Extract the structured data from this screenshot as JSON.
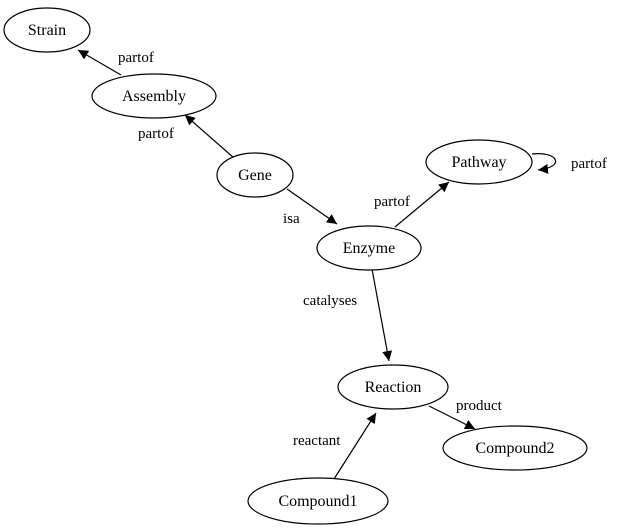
{
  "diagram": {
    "nodes": [
      {
        "id": "strain",
        "label": "Strain"
      },
      {
        "id": "assembly",
        "label": "Assembly"
      },
      {
        "id": "gene",
        "label": "Gene"
      },
      {
        "id": "pathway",
        "label": "Pathway"
      },
      {
        "id": "enzyme",
        "label": "Enzyme"
      },
      {
        "id": "reaction",
        "label": "Reaction"
      },
      {
        "id": "compound2",
        "label": "Compound2"
      },
      {
        "id": "compound1",
        "label": "Compound1"
      }
    ],
    "edges": [
      {
        "from": "assembly",
        "to": "strain",
        "label": "partof"
      },
      {
        "from": "gene",
        "to": "assembly",
        "label": "partof"
      },
      {
        "from": "gene",
        "to": "enzyme",
        "label": "isa"
      },
      {
        "from": "enzyme",
        "to": "pathway",
        "label": "partof"
      },
      {
        "from": "pathway",
        "to": "pathway",
        "label": "partof"
      },
      {
        "from": "enzyme",
        "to": "reaction",
        "label": "catalyses"
      },
      {
        "from": "reaction",
        "to": "compound2",
        "label": "product"
      },
      {
        "from": "compound1",
        "to": "reaction",
        "label": "reactant"
      }
    ],
    "colors": {
      "stroke": "#000000",
      "fill": "#ffffff",
      "text": "#000000"
    }
  }
}
